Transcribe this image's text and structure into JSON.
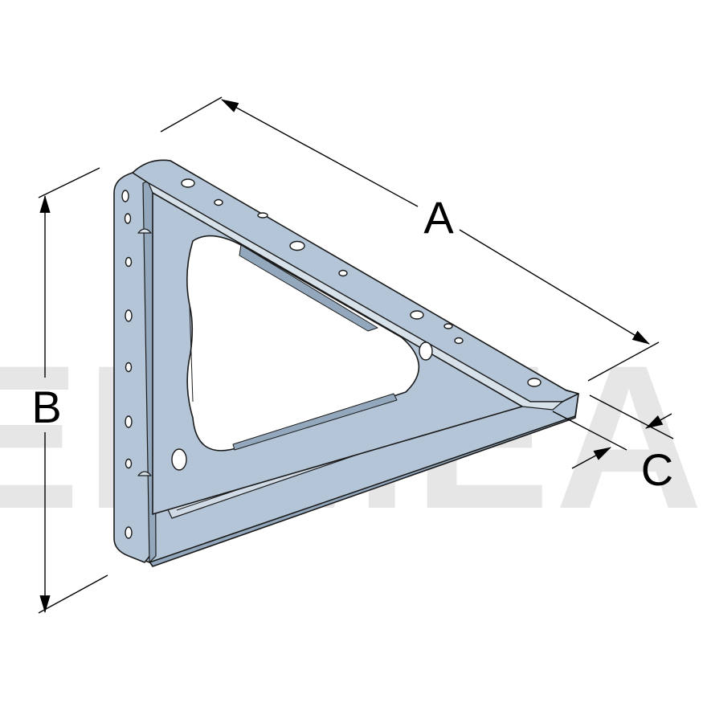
{
  "watermark": {
    "text": "ERMEAS"
  },
  "dimensions": {
    "a": {
      "label": "A"
    },
    "b": {
      "label": "B"
    },
    "c": {
      "label": "C"
    }
  },
  "colors": {
    "metal_face": "#b3c5d6",
    "metal_shade": "#93a8bd",
    "metal_light": "#d7e1ea",
    "outline": "#1a1a1a",
    "watermark": "#e6e6e6"
  },
  "part": {
    "name": "triangular-shelf-bracket-icon"
  }
}
